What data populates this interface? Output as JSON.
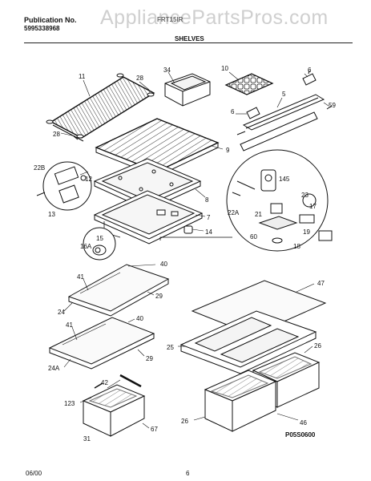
{
  "header": {
    "publication_label": "Publication No.",
    "publication_number": "5995338968",
    "model": "FRT15IR",
    "watermark": "AppliancePartsPros.com",
    "section_title": "SHELVES"
  },
  "footer": {
    "date": "06/00",
    "page": "6",
    "figure_id": "P05S0600"
  },
  "callouts": {
    "c11": "11",
    "c28a": "28",
    "c28b": "28",
    "c34": "34",
    "c10": "10",
    "c6a": "6",
    "c5": "5",
    "c6b": "6",
    "c59": "59",
    "c9": "9",
    "c22b": "22B",
    "c12": "12",
    "c13": "13",
    "c8": "8",
    "c7": "7",
    "c14": "14",
    "c15": "15",
    "c16a": "16A",
    "c145": "145",
    "c22a": "22A",
    "c23": "23",
    "c21": "21",
    "c17": "17",
    "c19": "19",
    "c60": "60",
    "c18": "18",
    "c40a": "40",
    "c41a": "41",
    "c29a": "29",
    "c24": "24",
    "c40b": "40",
    "c41b": "41",
    "c29b": "29",
    "c24a": "24A",
    "c47": "47",
    "c25": "25",
    "c26a": "26",
    "c42": "42",
    "c123": "123",
    "c31": "31",
    "c67": "67",
    "c26b": "26",
    "c46": "46"
  }
}
